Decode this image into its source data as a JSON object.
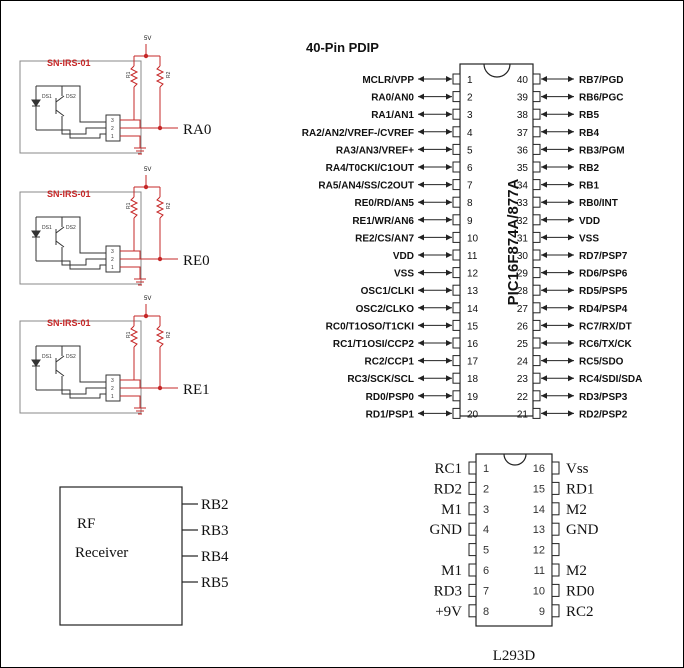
{
  "sensors": {
    "module_label": "SN-IRS-01",
    "supply_label": "5V",
    "resistor_labels": [
      "R1",
      "R2"
    ],
    "diode_labels": [
      "DS1",
      "DS2"
    ],
    "pin_numbers": [
      "3",
      "2",
      "1"
    ],
    "outputs": [
      "RA0",
      "RE0",
      "RE1"
    ]
  },
  "pic": {
    "package": "40-Pin PDIP",
    "part": "PIC16F874A/877A",
    "left_pins": [
      {
        "num": "1",
        "label": "MCLR/VPP"
      },
      {
        "num": "2",
        "label": "RA0/AN0"
      },
      {
        "num": "3",
        "label": "RA1/AN1"
      },
      {
        "num": "4",
        "label": "RA2/AN2/VREF-/CVREF"
      },
      {
        "num": "5",
        "label": "RA3/AN3/VREF+"
      },
      {
        "num": "6",
        "label": "RA4/T0CKI/C1OUT"
      },
      {
        "num": "7",
        "label": "RA5/AN4/SS/C2OUT"
      },
      {
        "num": "8",
        "label": "RE0/RD/AN5"
      },
      {
        "num": "9",
        "label": "RE1/WR/AN6"
      },
      {
        "num": "10",
        "label": "RE2/CS/AN7"
      },
      {
        "num": "11",
        "label": "VDD"
      },
      {
        "num": "12",
        "label": "VSS"
      },
      {
        "num": "13",
        "label": "OSC1/CLKI"
      },
      {
        "num": "14",
        "label": "OSC2/CLKO"
      },
      {
        "num": "15",
        "label": "RC0/T1OSO/T1CKI"
      },
      {
        "num": "16",
        "label": "RC1/T1OSI/CCP2"
      },
      {
        "num": "17",
        "label": "RC2/CCP1"
      },
      {
        "num": "18",
        "label": "RC3/SCK/SCL"
      },
      {
        "num": "19",
        "label": "RD0/PSP0"
      },
      {
        "num": "20",
        "label": "RD1/PSP1"
      }
    ],
    "right_pins": [
      {
        "num": "40",
        "label": "RB7/PGD"
      },
      {
        "num": "39",
        "label": "RB6/PGC"
      },
      {
        "num": "38",
        "label": "RB5"
      },
      {
        "num": "37",
        "label": "RB4"
      },
      {
        "num": "36",
        "label": "RB3/PGM"
      },
      {
        "num": "35",
        "label": "RB2"
      },
      {
        "num": "34",
        "label": "RB1"
      },
      {
        "num": "33",
        "label": "RB0/INT"
      },
      {
        "num": "32",
        "label": "VDD"
      },
      {
        "num": "31",
        "label": "VSS"
      },
      {
        "num": "30",
        "label": "RD7/PSP7"
      },
      {
        "num": "29",
        "label": "RD6/PSP6"
      },
      {
        "num": "28",
        "label": "RD5/PSP5"
      },
      {
        "num": "27",
        "label": "RD4/PSP4"
      },
      {
        "num": "26",
        "label": "RC7/RX/DT"
      },
      {
        "num": "25",
        "label": "RC6/TX/CK"
      },
      {
        "num": "24",
        "label": "RC5/SDO"
      },
      {
        "num": "23",
        "label": "RC4/SDI/SDA"
      },
      {
        "num": "22",
        "label": "RD3/PSP3"
      },
      {
        "num": "21",
        "label": "RD2/PSP2"
      }
    ]
  },
  "rf": {
    "title_line1": "RF",
    "title_line2": "Receiver",
    "pins": [
      "RB2",
      "RB3",
      "RB4",
      "RB5"
    ]
  },
  "driver": {
    "part": "L293D",
    "left": [
      {
        "num": "1",
        "label": "RC1"
      },
      {
        "num": "2",
        "label": "RD2"
      },
      {
        "num": "3",
        "label": "M1"
      },
      {
        "num": "4",
        "label": "GND"
      },
      {
        "num": "5",
        "label": ""
      },
      {
        "num": "6",
        "label": "M1"
      },
      {
        "num": "7",
        "label": "RD3"
      },
      {
        "num": "8",
        "label": "+9V"
      }
    ],
    "right": [
      {
        "num": "16",
        "label": "Vss"
      },
      {
        "num": "15",
        "label": "RD1"
      },
      {
        "num": "14",
        "label": "M2"
      },
      {
        "num": "13",
        "label": "GND"
      },
      {
        "num": "12",
        "label": ""
      },
      {
        "num": "11",
        "label": "M2"
      },
      {
        "num": "10",
        "label": "RD0"
      },
      {
        "num": "9",
        "label": "RC2"
      }
    ]
  }
}
